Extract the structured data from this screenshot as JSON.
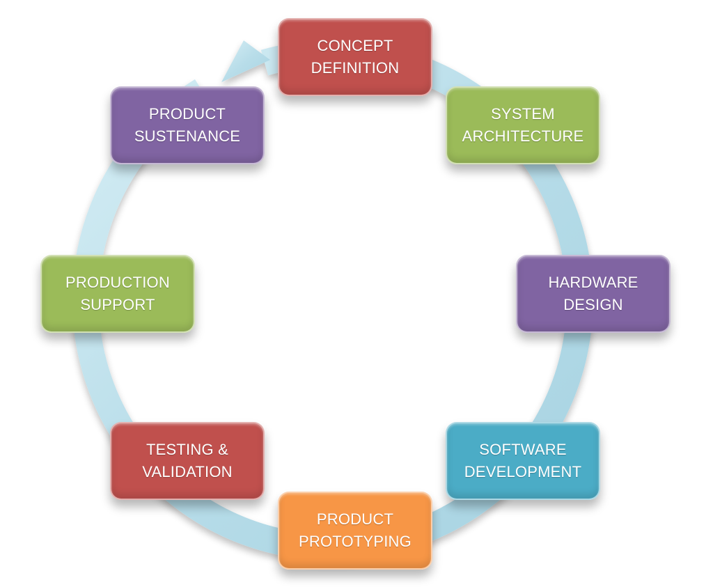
{
  "colors": {
    "arrow": "#b8dde9",
    "red": "#c0504d",
    "green": "#9bbb59",
    "purple": "#8064a2",
    "teal": "#4bacc6",
    "orange": "#f79646"
  },
  "icons": {
    "cycle_arrow": "circular-arrow-icon"
  },
  "stages": [
    {
      "id": "concept-definition",
      "line1": "CONCEPT",
      "line2": "DEFINITION",
      "color": "#c0504d"
    },
    {
      "id": "system-architecture",
      "line1": "SYSTEM",
      "line2": "ARCHITECTURE",
      "color": "#9bbb59"
    },
    {
      "id": "hardware-design",
      "line1": "HARDWARE",
      "line2": "DESIGN",
      "color": "#8064a2"
    },
    {
      "id": "software-development",
      "line1": "SOFTWARE",
      "line2": "DEVELOPMENT",
      "color": "#4bacc6"
    },
    {
      "id": "product-prototyping",
      "line1": "PRODUCT",
      "line2": "PROTOTYPING",
      "color": "#f79646"
    },
    {
      "id": "testing-validation",
      "line1": "TESTING &",
      "line2": "VALIDATION",
      "color": "#c0504d"
    },
    {
      "id": "production-support",
      "line1": "PRODUCTION",
      "line2": "SUPPORT",
      "color": "#9bbb59"
    },
    {
      "id": "product-sustenance",
      "line1": "PRODUCT",
      "line2": "SUSTENANCE",
      "color": "#8064a2"
    }
  ]
}
